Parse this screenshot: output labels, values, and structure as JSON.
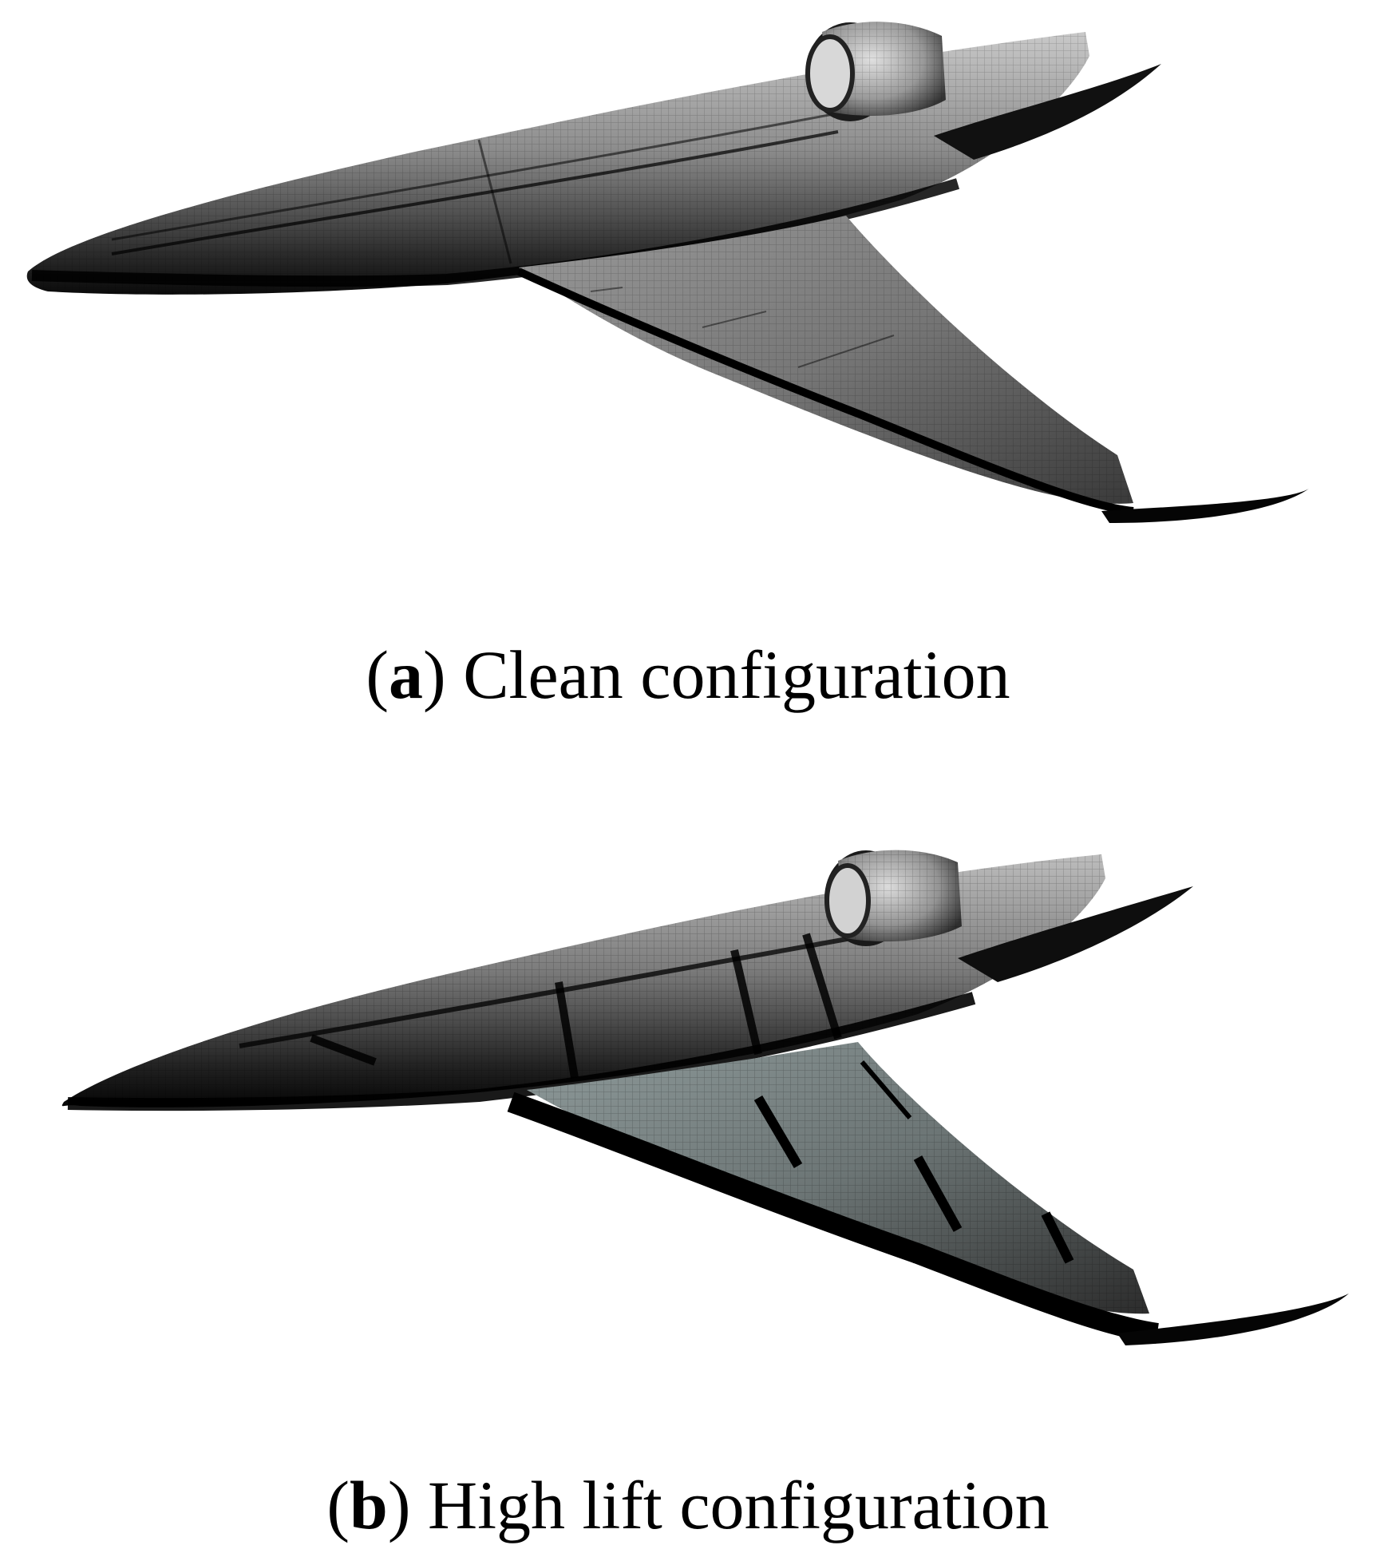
{
  "panels": [
    {
      "letter": "a",
      "caption": "Clean configuration"
    },
    {
      "letter": "b",
      "caption": "High lift configuration"
    }
  ]
}
